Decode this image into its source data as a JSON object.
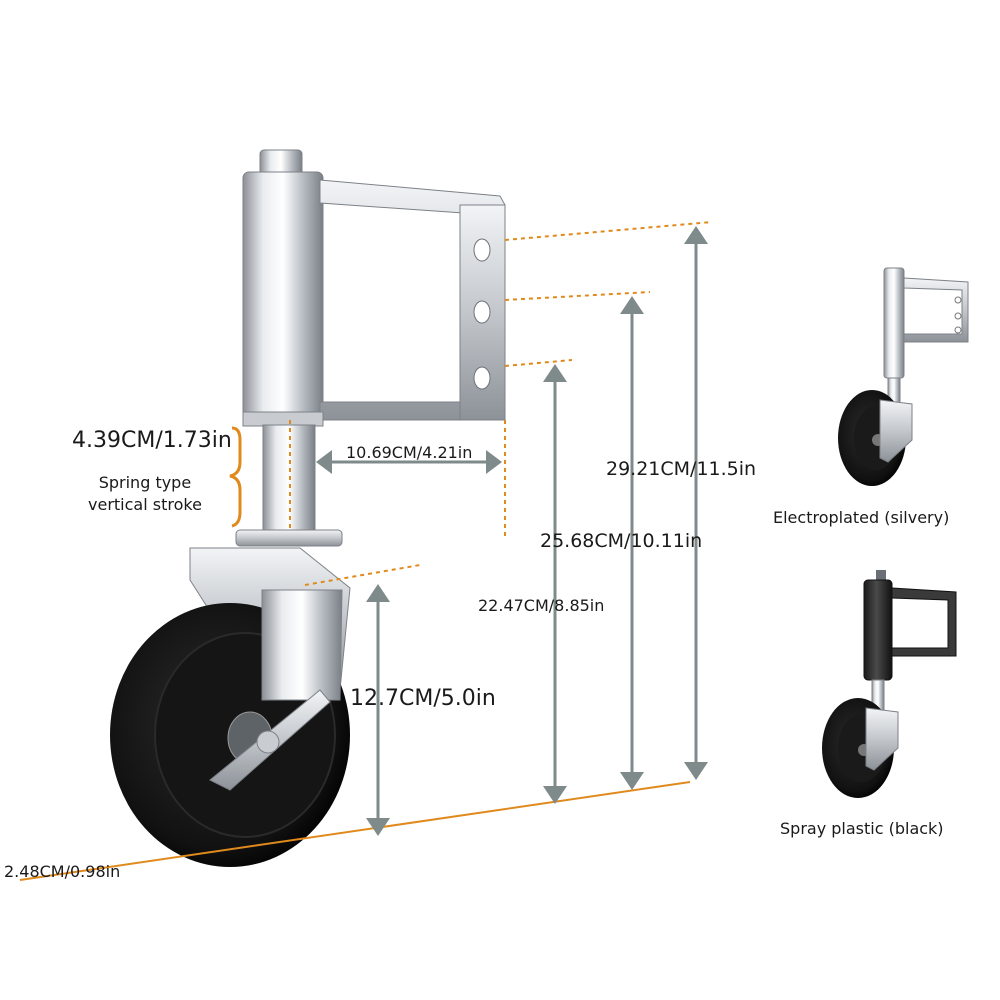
{
  "dimensions": {
    "stroke": "4.39CM/1.73in",
    "spring_line1": "Spring type",
    "spring_line2": "vertical stroke",
    "bracket_width": "10.69CM/4.21in",
    "total_height": "29.21CM/11.5in",
    "top_hole_height": "25.68CM/10.11in",
    "bottom_hole_height": "22.47CM/8.85in",
    "wheel_diameter": "12.7CM/5.0in",
    "wheel_width": "2.48CM/0.98in"
  },
  "variants": [
    {
      "caption": "Electroplated (silvery)",
      "finish": "silver"
    },
    {
      "caption": "Spray plastic (black)",
      "finish": "black"
    }
  ],
  "colors": {
    "accent": "#e08a1e",
    "arrow": "#7f8a8a",
    "dashed": "#e08a1e"
  }
}
